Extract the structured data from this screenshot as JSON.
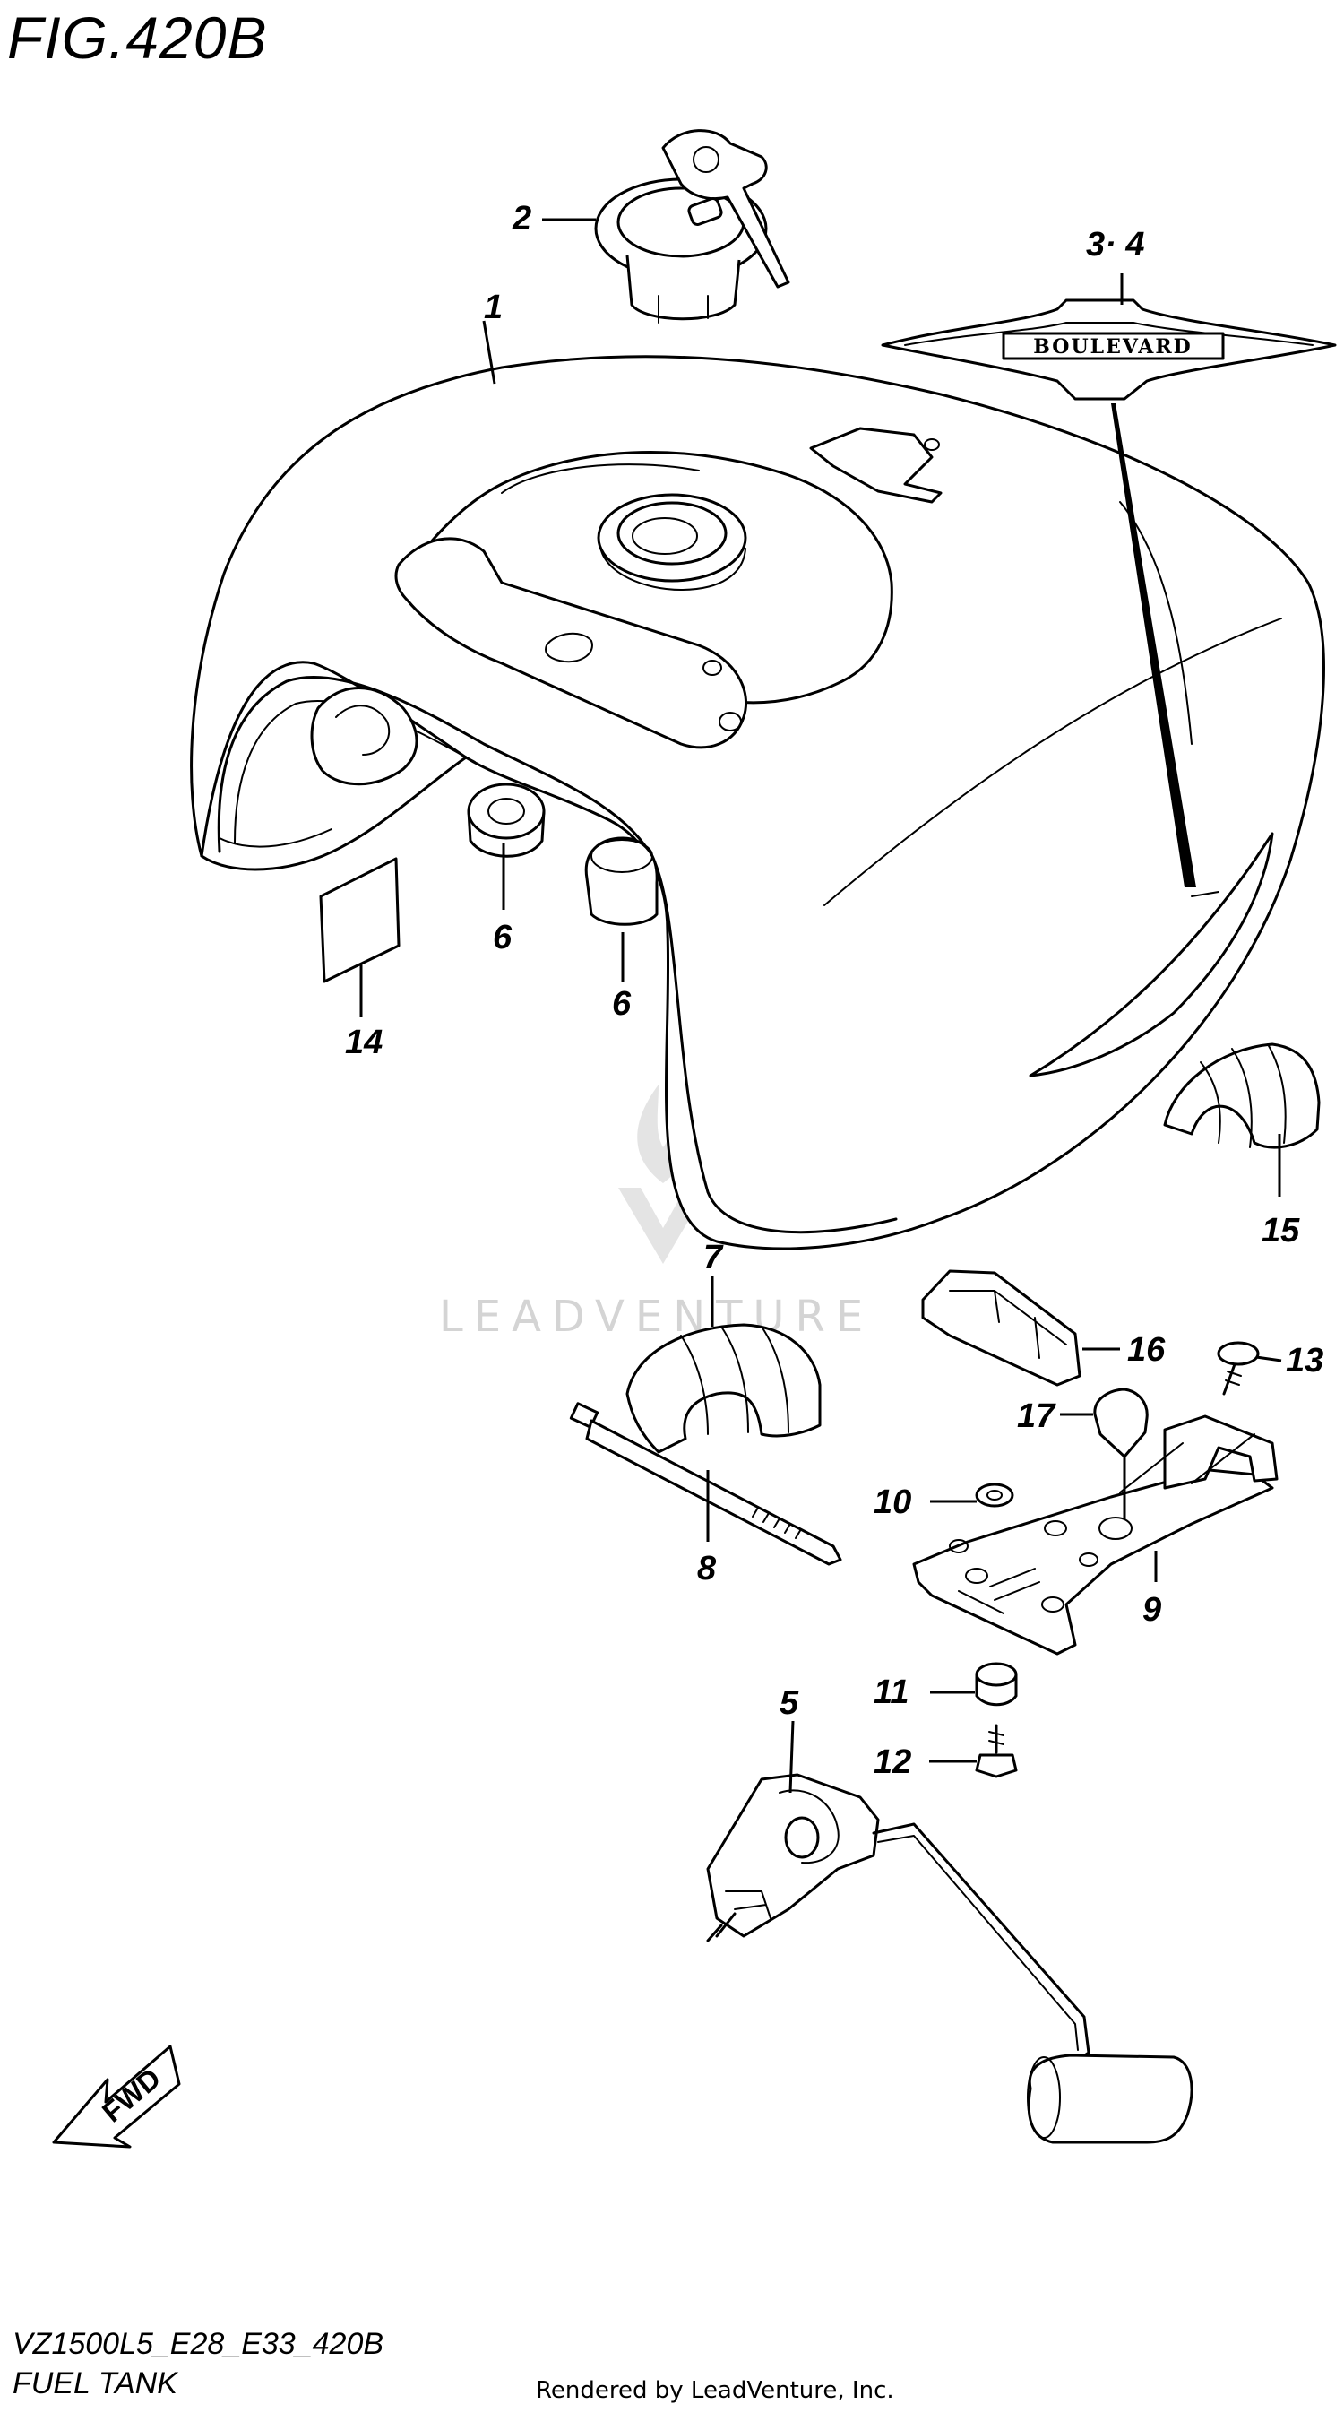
{
  "figure": {
    "title": "FIG.420B",
    "model_code": "VZ1500L5_E28_E33_420B",
    "section_name": "FUEL TANK",
    "credit": "Rendered by LeadVenture, Inc.",
    "watermark": "LEADVENTURE"
  },
  "callouts": {
    "c1": "1",
    "c2": "2",
    "c34": "3· 4",
    "c5": "5",
    "c6a": "6",
    "c6b": "6",
    "c7": "7",
    "c8": "8",
    "c9": "9",
    "c10": "10",
    "c11": "11",
    "c12": "12",
    "c13": "13",
    "c14": "14",
    "c15": "15",
    "c16": "16",
    "c17": "17"
  },
  "emblem": {
    "text": "BOULEVARD"
  },
  "fwd_arrow": {
    "label": "FWD"
  }
}
